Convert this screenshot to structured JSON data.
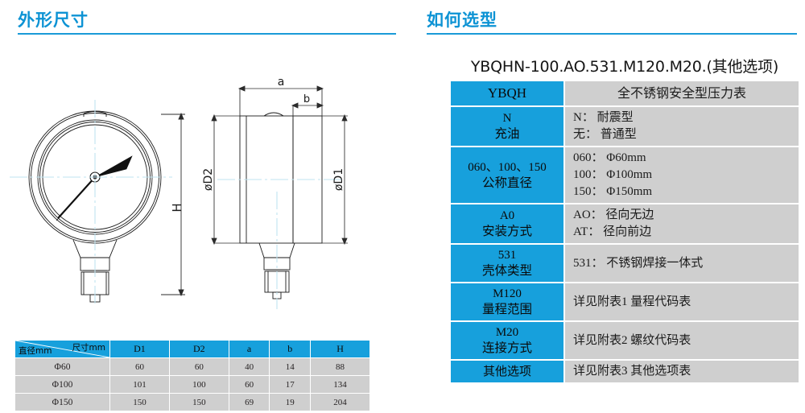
{
  "sections": {
    "left_title": "外形尺寸",
    "right_title": "如何选型"
  },
  "colors": {
    "accent_blue": "#17a0dc",
    "header_blue": "#0d93d4",
    "cell_gray": "#cfcfcf"
  },
  "drawing": {
    "front_view": {
      "dimension_label_h": "H"
    },
    "side_view": {
      "dimension_label_a": "a",
      "dimension_label_b": "b",
      "dimension_label_d2": "øD2",
      "dimension_label_d1": "øD1"
    }
  },
  "dim_table": {
    "corner_top_label": "尺寸mm",
    "corner_bottom_label": "直径mm",
    "columns": [
      "D1",
      "D2",
      "a",
      "b",
      "H"
    ],
    "rows": [
      {
        "diameter": "Φ60",
        "values": [
          "60",
          "60",
          "40",
          "14",
          "88"
        ]
      },
      {
        "diameter": "Φ100",
        "values": [
          "101",
          "100",
          "60",
          "17",
          "134"
        ]
      },
      {
        "diameter": "Φ150",
        "values": [
          "150",
          "150",
          "69",
          "19",
          "204"
        ]
      }
    ]
  },
  "selection": {
    "model_code": "YBQHN-100.AO.531.M120.M20.(其他选项)",
    "rows": [
      {
        "code": "YBQH",
        "code_sub": "",
        "desc": [
          "全不锈钢安全型压力表"
        ],
        "desc_centered": true
      },
      {
        "code": "N",
        "code_sub": "充油",
        "desc": [
          "N： 耐震型",
          "无： 普通型"
        ],
        "desc_centered": false
      },
      {
        "code": "060、100、150",
        "code_sub": "公称直径",
        "desc": [
          "060： Φ60mm",
          "100： Φ100mm",
          "150： Φ150mm"
        ],
        "desc_centered": false
      },
      {
        "code": "A0",
        "code_sub": "安装方式",
        "desc": [
          "AO： 径向无边",
          "AT： 径向前边"
        ],
        "desc_centered": false
      },
      {
        "code": "531",
        "code_sub": "壳体类型",
        "desc": [
          "531： 不锈钢焊接一体式"
        ],
        "desc_centered": false
      },
      {
        "code": "M120",
        "code_sub": "量程范围",
        "desc": [
          "详见附表1  量程代码表"
        ],
        "desc_centered": false
      },
      {
        "code": "M20",
        "code_sub": "连接方式",
        "desc": [
          "详见附表2   螺纹代码表"
        ],
        "desc_centered": false
      },
      {
        "code": "其他选项",
        "code_sub": "",
        "desc": [
          "详见附表3  其他选项表"
        ],
        "desc_centered": false
      }
    ]
  }
}
